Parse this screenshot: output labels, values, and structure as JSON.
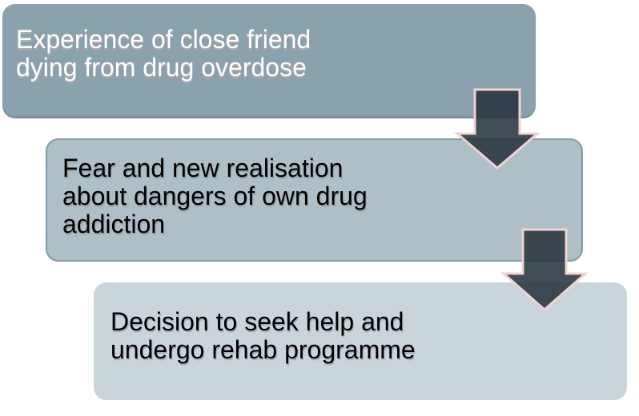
{
  "diagram": {
    "type": "step-down-process-flow",
    "steps": [
      {
        "name": "step-1",
        "label": "Experience of close friend dying from drug overdose",
        "lines": [
          "Experience of close friend",
          "dying from drug overdose"
        ]
      },
      {
        "name": "step-2",
        "label": "Fear and new realisation about dangers of own drug addiction",
        "lines": [
          "Fear and new realisation",
          "about dangers of own drug",
          "addiction"
        ]
      },
      {
        "name": "step-3",
        "label": "Decision to seek help and undergo rehab programme",
        "lines": [
          "Decision to seek help and",
          "undergo rehab programme"
        ]
      }
    ],
    "arrows": [
      {
        "name": "down-arrow-1",
        "direction": "down",
        "from": "step-1",
        "to": "step-2"
      },
      {
        "name": "down-arrow-2",
        "direction": "down",
        "from": "step-2",
        "to": "step-3"
      }
    ]
  },
  "colors": {
    "page_bg": "#ffffff",
    "step1_bg": "#8aa1ae",
    "step1_text": "#ffffff",
    "step2_bg": "#aebfc8",
    "step2_border": "#8299a7",
    "step3_bg": "#cad5db",
    "step_text": "#000000",
    "arrow_fill": "#27323d",
    "arrow_outline": "#ecd4d2"
  }
}
